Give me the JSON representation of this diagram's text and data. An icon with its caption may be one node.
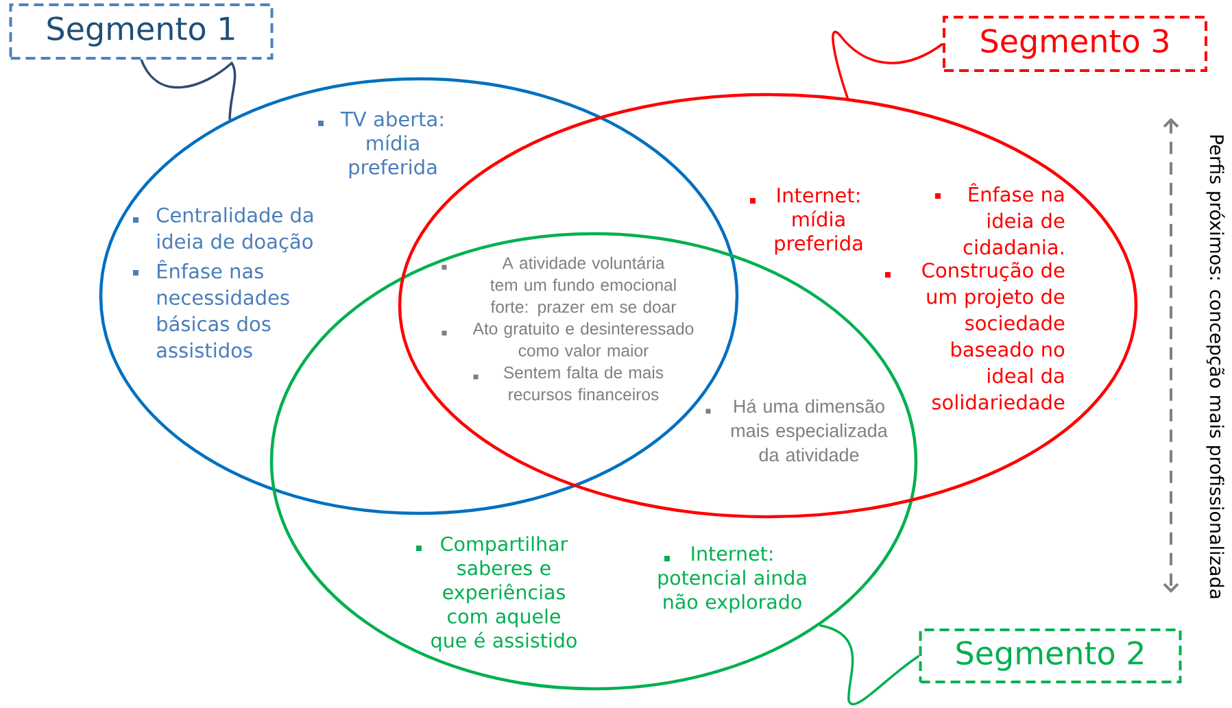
{
  "diagram": {
    "nodes": [
      {
        "text": [
          "Segmento 1"
        ]
      },
      {
        "text": [
          "Segmento 3"
        ]
      },
      {
        "text": [
          "Segmento 2"
        ]
      },
      {
        "text": [],
        "shape": "ellipse"
      },
      {
        "text": [],
        "shape": "ellipse"
      },
      {
        "text": [],
        "shape": "ellipse"
      }
    ],
    "edges": [
      {
        "from": 0,
        "to": 3,
        "arrow": "none",
        "color": "#2f4b70"
      },
      {
        "from": 1,
        "to": 5,
        "arrow": "none",
        "color": "#ff0000"
      },
      {
        "from": 2,
        "to": 4,
        "arrow": "none",
        "color": "#00b050"
      }
    ],
    "labels": [
      "TV aberta: mídia preferida",
      "Centralidade da ideia de doação",
      "Ênfase nas necessidades básicas dos assistidos",
      "A atividade voluntária tem um fundo emocional forte: prazer em se doar",
      "Ato gratuito e desinteressado como valor maior",
      "Sentem falta de mais recursos financeiros",
      "Internet: mídia preferida",
      "Ênfase na ideia de cidadania.",
      "Construção de um projeto de sociedade baseado no ideal da solidariedade",
      "Há uma dimensão mais especializada da atividade",
      "Compartilhar saberes e experiências com aquele que é assistido",
      "Internet: potencial ainda não explorado",
      "Perfis próximos: concepção mais profissionalizada"
    ]
  }
}
